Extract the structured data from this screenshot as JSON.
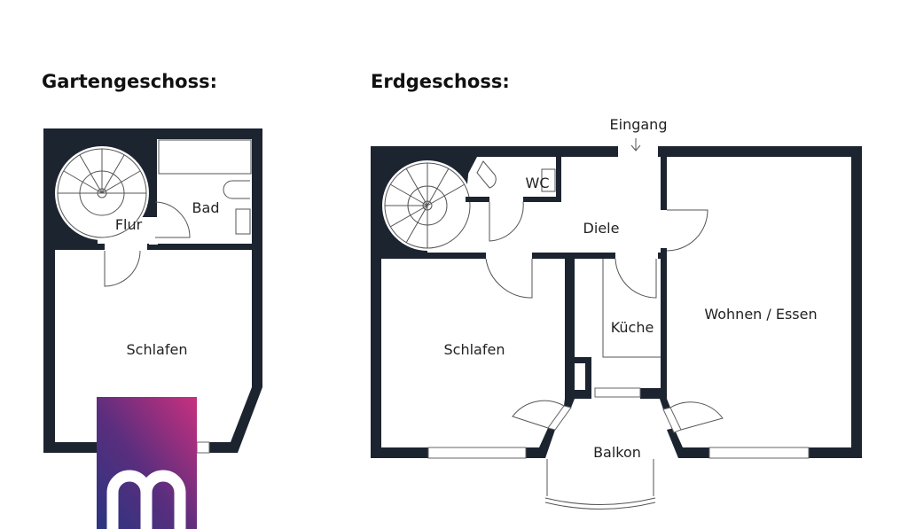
{
  "floors": [
    {
      "title": "Gartengeschoss:",
      "rooms": [
        "Flur",
        "Bad",
        "Schlafen"
      ]
    },
    {
      "title": "Erdgeschoss:",
      "rooms": [
        "WC",
        "Diele",
        "Schlafen",
        "Küche",
        "Wohnen / Essen",
        "Balkon"
      ],
      "entrance": "Eingang"
    }
  ],
  "logo": {
    "letter": "m",
    "colors": {
      "top": "#c8307f",
      "bottom": "#2a3580"
    }
  },
  "colors": {
    "wall": "#1c2430"
  }
}
